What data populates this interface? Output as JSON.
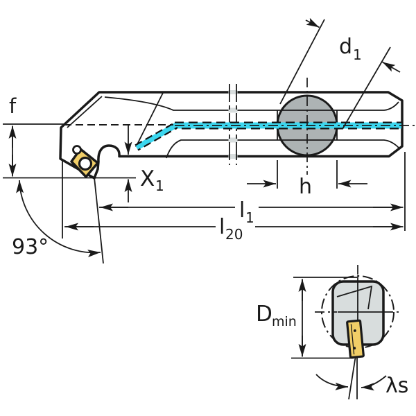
{
  "figure": {
    "kind": "tool-dimension-drawing",
    "views": {
      "main": "side-view-boring-bar",
      "detail": "end-view-cross-section"
    }
  },
  "labels": {
    "f": "f",
    "d1": {
      "base": "d",
      "sub": "1"
    },
    "x1": {
      "base": "X",
      "sub": "1"
    },
    "h": "h",
    "l1": {
      "base": "l",
      "sub": "1"
    },
    "l20": {
      "base": "l",
      "sub": "20"
    },
    "corner_angle": "93°",
    "dmin": {
      "base": "D",
      "sub": "min"
    },
    "lambda_s": "λs"
  },
  "colors": {
    "background": "#ffffff",
    "outline": "#1a1a1a",
    "body": "#d8dddd",
    "body_shadow": "#adb3b4",
    "coolant": "#3cd7ef",
    "insert": "#f1ce67"
  }
}
